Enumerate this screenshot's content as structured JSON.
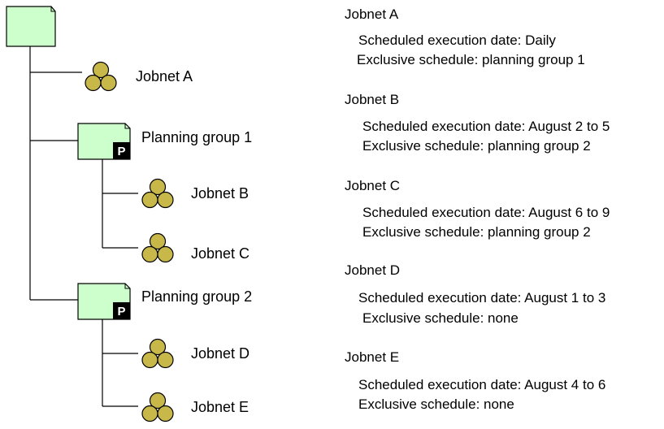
{
  "tree": {
    "root": {
      "icon": "root-group-folder-icon"
    },
    "jobnet_a": {
      "label": "Jobnet A",
      "icon": "jobnet-icon"
    },
    "planning_group_1": {
      "label": "Planning group 1",
      "icon": "planning-group-icon",
      "badge": "P"
    },
    "jobnet_b": {
      "label": "Jobnet B",
      "icon": "jobnet-icon"
    },
    "jobnet_c": {
      "label": "Jobnet C",
      "icon": "jobnet-icon"
    },
    "planning_group_2": {
      "label": "Planning group 2",
      "icon": "planning-group-icon",
      "badge": "P"
    },
    "jobnet_d": {
      "label": "Jobnet D",
      "icon": "jobnet-icon"
    },
    "jobnet_e": {
      "label": "Jobnet E",
      "icon": "jobnet-icon"
    }
  },
  "details": [
    {
      "name": "Jobnet A",
      "date": "Scheduled execution date: Daily",
      "exclusive": "Exclusive schedule: planning group 1"
    },
    {
      "name": "Jobnet B",
      "date": "Scheduled execution date: August 2 to 5",
      "exclusive": "Exclusive schedule: planning group 2"
    },
    {
      "name": "Jobnet C",
      "date": "Scheduled execution date: August 6 to 9",
      "exclusive": "Exclusive schedule: planning group 2"
    },
    {
      "name": "Jobnet D",
      "date": "Scheduled execution date: August 1 to 3",
      "exclusive": "Exclusive schedule: none"
    },
    {
      "name": "Jobnet E",
      "date": "Scheduled execution date: August 4 to 6",
      "exclusive": "Exclusive schedule: none"
    }
  ],
  "colors": {
    "folder_fill": "#ccffcc",
    "jobnet_fill": "#c8b84a",
    "line": "#000000",
    "badge_bg": "#000000",
    "badge_text": "#ffffff"
  }
}
